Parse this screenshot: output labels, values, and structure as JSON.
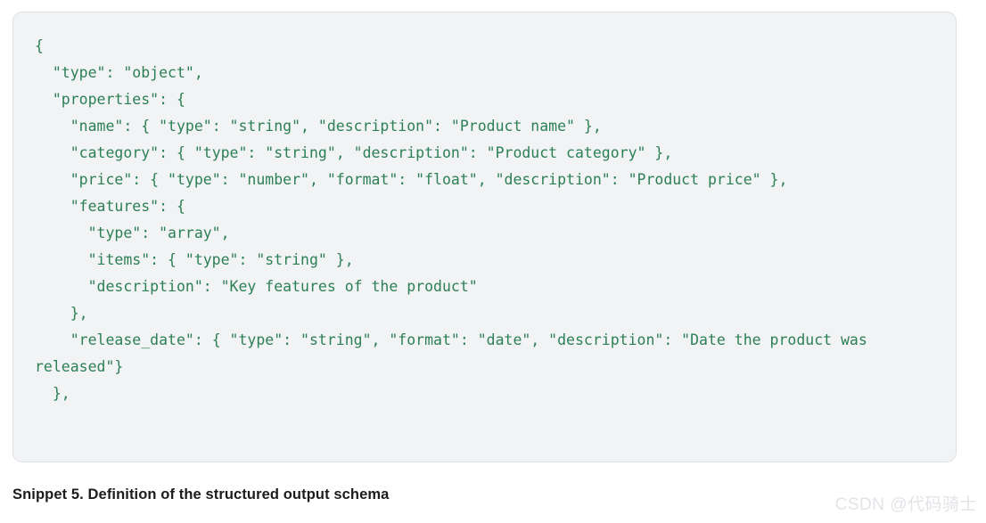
{
  "document": {
    "code_block": {
      "language": "json",
      "background_color": "#f1f3f4",
      "border_color": "#dfe1e5",
      "text_color": "#2d8056",
      "content": "{\n  \"type\": \"object\",\n  \"properties\": {\n    \"name\": { \"type\": \"string\", \"description\": \"Product name\" },\n    \"category\": { \"type\": \"string\", \"description\": \"Product category\" },\n    \"price\": { \"type\": \"number\", \"format\": \"float\", \"description\": \"Product price\" },\n    \"features\": {\n      \"type\": \"array\",\n      \"items\": { \"type\": \"string\" },\n      \"description\": \"Key features of the product\"\n    },\n    \"release_date\": { \"type\": \"string\", \"format\": \"date\", \"description\": \"Date the product was released\"}\n  },"
    },
    "caption": "Snippet 5. Definition of the structured output schema",
    "watermark": "CSDN @代码骑士"
  }
}
